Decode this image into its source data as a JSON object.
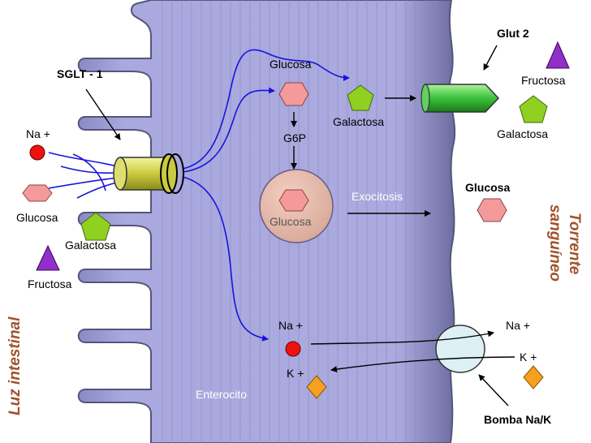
{
  "labels": {
    "glut2": "Glut 2",
    "sglt1": "SGLT - 1",
    "glucosa_cell_top": "Glucosa",
    "galactosa_cell": "Galactosa",
    "g6p": "G6P",
    "glucosa_vesicle": "Glucosa",
    "exocitosis": "Exocitosis",
    "glucosa_blood": "Glucosa",
    "fructosa_blood": "Fructosa",
    "galactosa_blood": "Galactosa",
    "na_lumen": "Na +",
    "glucosa_lumen": "Glucosa",
    "galactosa_lumen": "Galactosa",
    "fructosa_lumen": "Fructosa",
    "na_cell": "Na +",
    "k_cell": "K +",
    "na_blood": "Na +",
    "k_blood": "K +",
    "bomba": "Bomba Na/K",
    "enterocito": "Enterocito",
    "luz_intestinal": "Luz intestinal",
    "torrente_line1": "Torrente",
    "torrente_line2": "sanguíneo"
  },
  "colors": {
    "cell_fill": "#a7a7de",
    "cell_dark": "#55557a",
    "sodium": "#ee1111",
    "glucose": "#f59a9a",
    "galactose": "#90d020",
    "fructose": "#9030c8",
    "potassium": "#f5a020",
    "glut2": "#40c040",
    "sglt1": "#c8c840",
    "vesicle": "#e8b8a8",
    "pump": "#ddf0f4",
    "nerve_lines": "#1515dd",
    "side_labels": "#a0522d",
    "exocitosis_text": "#ffffff"
  },
  "icons": {
    "sodium": "red-circle",
    "glucose": "pink-hexagon",
    "galactose": "green-pentagon",
    "fructose": "purple-triangle",
    "potassium": "orange-diamond"
  }
}
